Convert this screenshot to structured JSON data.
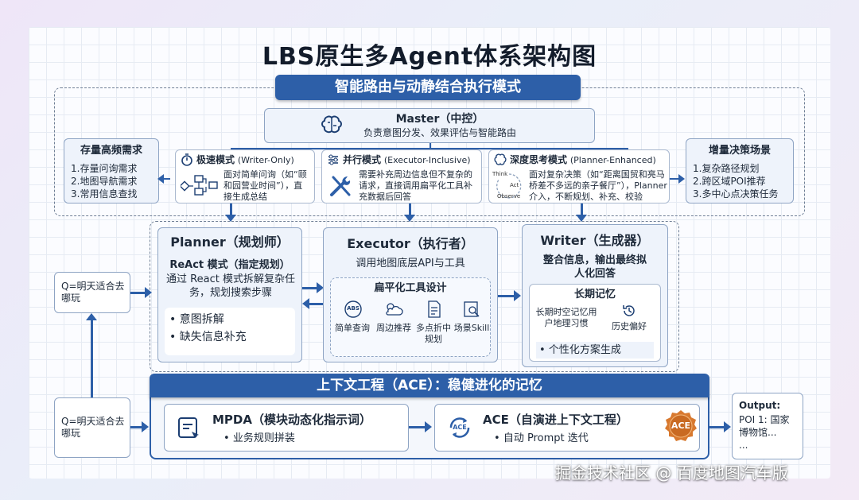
{
  "title": "LBS原生多Agent体系架构图",
  "banner_top": "智能路由与动静结合执行模式",
  "master": {
    "title": "Master（中控）",
    "desc": "负责意图分发、效果评估与智能路由"
  },
  "left_scene": {
    "title": "存量高频需求",
    "items": [
      "1.存量问询需求",
      "2.地图导航需求",
      "3.常用信息查找"
    ]
  },
  "right_scene": {
    "title": "增量决策场景",
    "items": [
      "1.复杂路径规划",
      "2.跨区域POI推荐",
      "3.多中心点决策任务"
    ]
  },
  "modes": [
    {
      "title": "极速模式",
      "sub": "(Writer-Only)",
      "desc": "面对简单问询（如“颐和园营业时间”），直接生成总结"
    },
    {
      "title": "并行模式",
      "sub": "(Executor-Inclusive)",
      "desc": "需要补充周边信息但不复杂的请求，直接调用扁平化工具补充数据后回答"
    },
    {
      "title": "深度思考模式",
      "sub": "(Planner-Enhanced)",
      "desc": "面对复杂决策（如“距离国贸和亮马桥差不多远的亲子餐厅”），Planner介入，不断规划、补充、校验",
      "cycle": [
        "Think",
        "Act",
        "Observe"
      ]
    }
  ],
  "query": "Q=明天适合去哪玩",
  "planner": {
    "title": "Planner（规划师）",
    "subtitle": "ReAct 模式（指定规划）",
    "desc": "通过 React 模式拆解复杂任务，规划搜索步骤",
    "items": [
      "意图拆解",
      "缺失信息补充"
    ]
  },
  "executor": {
    "title": "Executor（执行者）",
    "desc": "调用地图底层API与工具",
    "tool_title": "扁平化工具设计",
    "tools": [
      {
        "icon": "abs-icon",
        "label": "简单查询",
        "abbr": "ABS"
      },
      {
        "icon": "weather-icon",
        "label": "周边推荐"
      },
      {
        "icon": "document-icon",
        "label": "多点折中规划"
      },
      {
        "icon": "search-doc-icon",
        "label": "场景Skill"
      }
    ]
  },
  "writer": {
    "title": "Writer（生成器）",
    "desc": "整合信息，输出最终拟人化回答",
    "memory_title": "长期记忆",
    "memory_left": "长期时空记忆用户地理习惯",
    "memory_right": "历史偏好",
    "item": "个性化方案生成"
  },
  "ace": {
    "banner": "上下文工程（ACE）：稳健进化的记忆",
    "mpda_title": "MPDA（模块动态化指示词）",
    "mpda_item": "业务规则拼装",
    "ace_title": "ACE（自演进上下文工程）",
    "ace_item": "自动 Prompt 迭代",
    "badge": "ACE"
  },
  "output": {
    "title": "Output:",
    "lines": [
      "POI 1: 国家",
      "博物馆...",
      "..."
    ]
  },
  "watermark": "掘金技术社区 @ 百度地图汽车版",
  "colors": {
    "accent": "#2d5fa8",
    "dark": "#1c3e72",
    "badge": "#d8792f"
  }
}
